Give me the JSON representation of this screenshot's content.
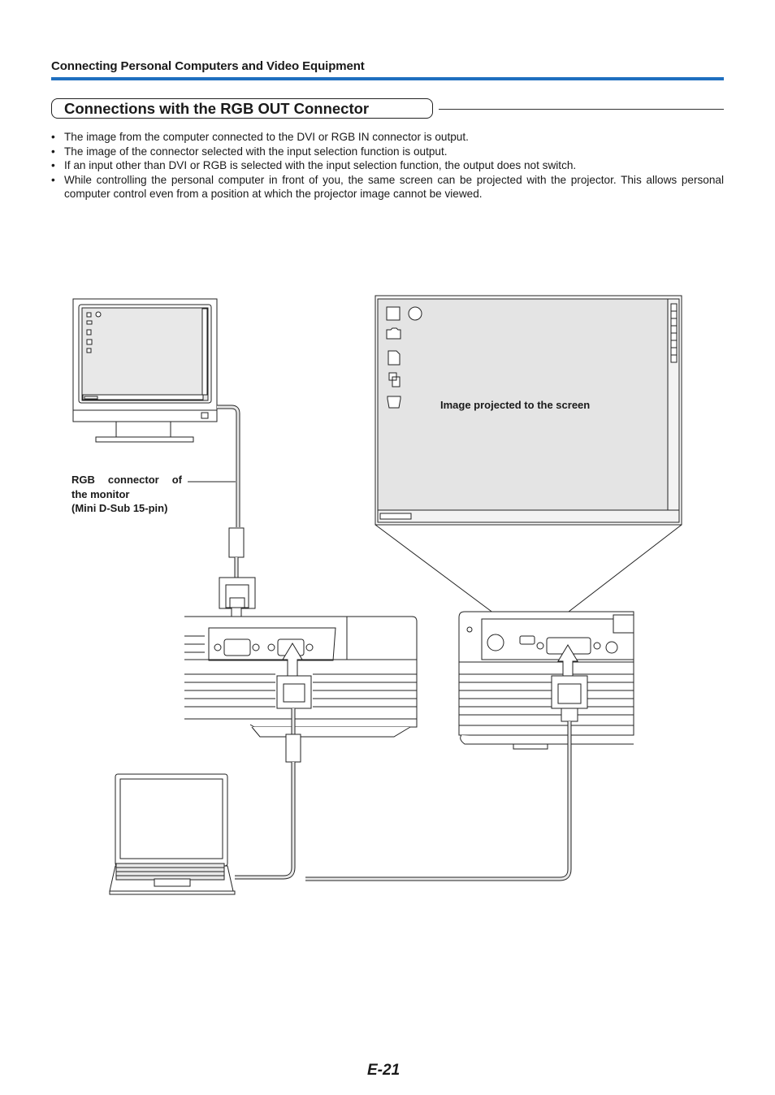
{
  "header": {
    "section_title": "Connecting Personal Computers and Video Equipment"
  },
  "section": {
    "title": "Connections with the RGB OUT Connector"
  },
  "bullets": [
    "The image from the computer connected to the DVI or RGB IN connector is output.",
    "The image of the connector selected with the input selection function is output.",
    "If an input other than DVI or RGB is selected with the input selection function, the output does not switch.",
    "While controlling the personal computer in front of you, the same screen can be projected with the projector. This allows personal computer control even from a position at which the projector image cannot be viewed."
  ],
  "diagram": {
    "screen_label": "Image projected to the screen",
    "monitor_label_line1": "RGB connector of",
    "monitor_label_line2": "the monitor",
    "monitor_label_line3": "(Mini D-Sub 15-pin)"
  },
  "footer": {
    "page_number": "E-21"
  },
  "colors": {
    "accent_rule": "#1f6fbf",
    "screen_fill": "#e4e4e4"
  }
}
